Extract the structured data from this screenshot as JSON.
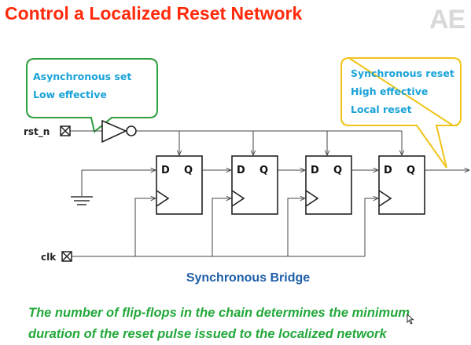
{
  "header": {
    "title": "Control a Localized Reset Network",
    "logo_text": "AE"
  },
  "callouts": {
    "async": {
      "lines": [
        "Asynchronous set",
        "Low effective"
      ],
      "border_color": "#2e9e3e",
      "text_color": "#1aa3d8"
    },
    "sync": {
      "lines": [
        "Synchronous reset",
        "High effective",
        "Local reset"
      ],
      "border_color": "#f0c419",
      "text_color": "#1aa3d8"
    }
  },
  "signals": {
    "reset_in": "rst_n",
    "clock": "clk"
  },
  "flip_flops": [
    {
      "d": "D",
      "q": "Q"
    },
    {
      "d": "D",
      "q": "Q"
    },
    {
      "d": "D",
      "q": "Q"
    },
    {
      "d": "D",
      "q": "Q"
    }
  ],
  "caption": "Synchronous Bridge",
  "note": {
    "line1": "The number of flip-flops in the chain determines the minimum",
    "line2": "duration of the reset pulse issued to the localized network"
  }
}
